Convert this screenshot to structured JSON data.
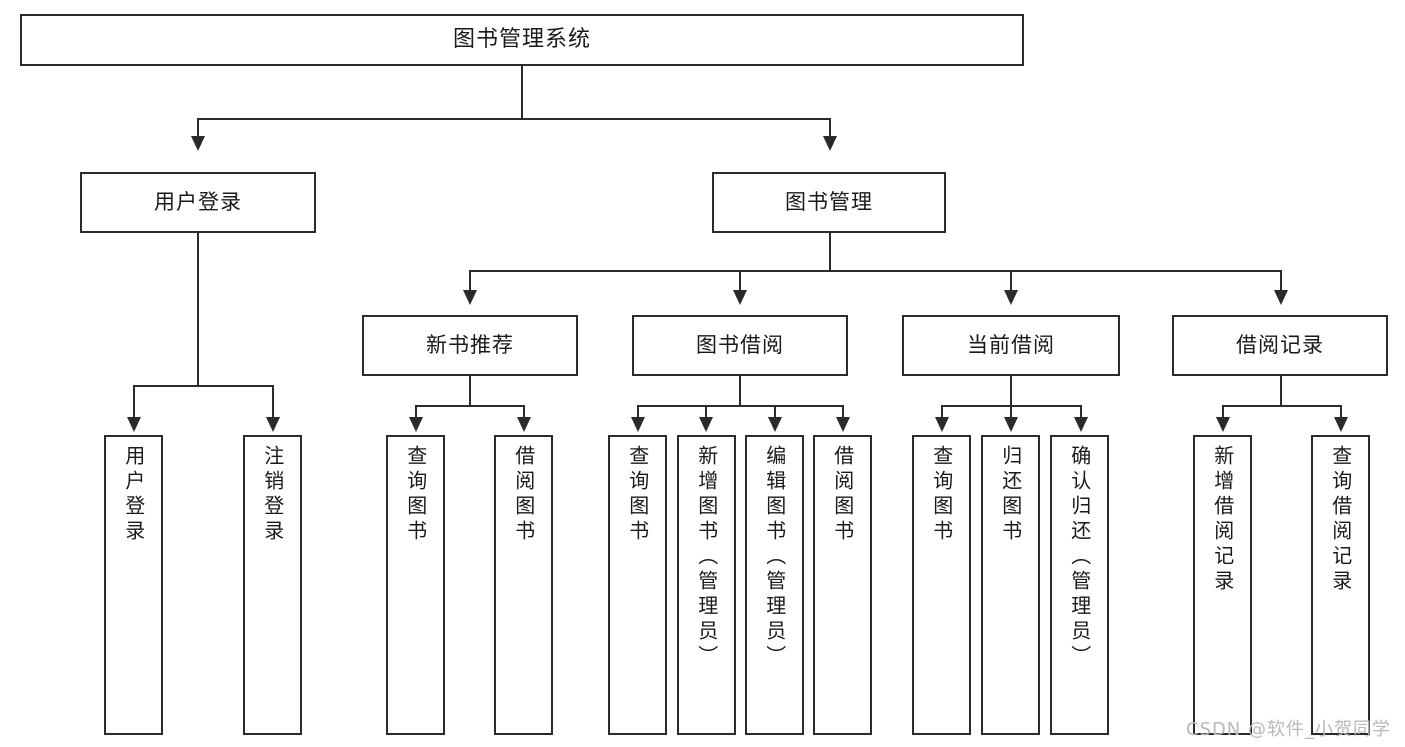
{
  "diagram": {
    "title": "图书管理系统",
    "watermark": "CSDN @软件_小贺同学",
    "root": {
      "label": "图书管理系统"
    },
    "level2": [
      {
        "label": "用户登录"
      },
      {
        "label": "图书管理"
      }
    ],
    "level3": [
      {
        "label": "新书推荐"
      },
      {
        "label": "图书借阅"
      },
      {
        "label": "当前借阅"
      },
      {
        "label": "借阅记录"
      }
    ],
    "leaves": {
      "user_login": [
        {
          "label": "用户登录"
        },
        {
          "label": "注销登录"
        }
      ],
      "new_book_recommend": [
        {
          "label": "查询图书"
        },
        {
          "label": "借阅图书"
        }
      ],
      "book_borrow": [
        {
          "label": "查询图书"
        },
        {
          "label": "新增图书（管理员）"
        },
        {
          "label": "编辑图书（管理员）"
        },
        {
          "label": "借阅图书"
        }
      ],
      "current_borrow": [
        {
          "label": "查询图书"
        },
        {
          "label": "归还图书"
        },
        {
          "label": "确认归还（管理员）"
        }
      ],
      "borrow_record": [
        {
          "label": "新增借阅记录"
        },
        {
          "label": "查询借阅记录"
        }
      ]
    },
    "colors": {
      "stroke": "#2b2b2b",
      "background": "#ffffff",
      "watermark": "#b9b9b9"
    }
  }
}
